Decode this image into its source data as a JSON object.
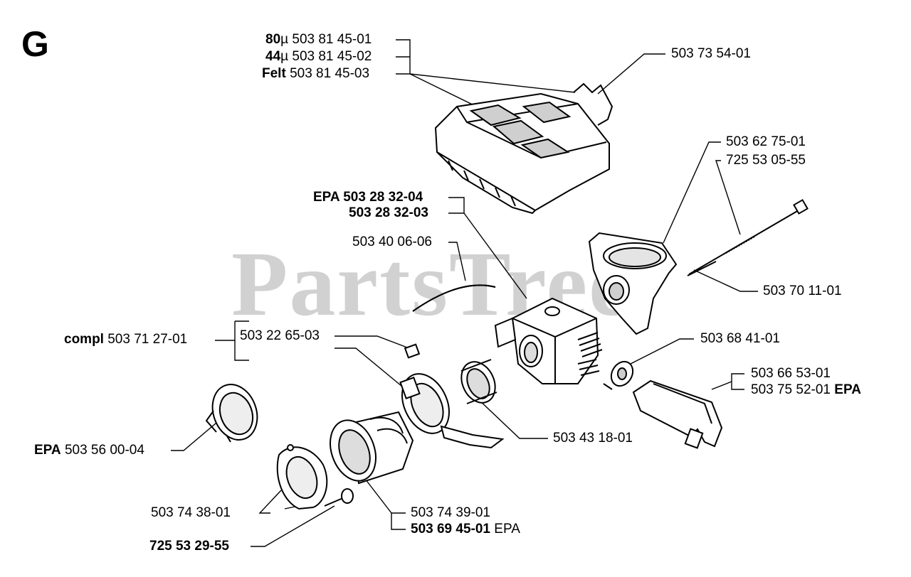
{
  "section": "G",
  "watermark": "PartsTree",
  "labels": {
    "filter_80_grade": "80",
    "filter_80_unit": "µ",
    "filter_80_num": "503 81 45-01",
    "filter_44_grade": "44",
    "filter_44_unit": "µ",
    "filter_44_num": "503 81 45-02",
    "filter_felt_grade": "Felt",
    "filter_felt_num": "503 81 45-03",
    "clip_top": "503 73 54-01",
    "bolt_a": "503 62 75-01",
    "bolt_b": "725 53 05-55",
    "carb_epa": "EPA 503 28 32-04",
    "carb": "503 28 32-03",
    "fuel_hose": "503 40 06-06",
    "pin": "503 70 11-01",
    "compl_prefix": "compl",
    "compl_num": "503 71 27-01",
    "bracket": "503 22 65-03",
    "knob": "503 68 41-01",
    "holder_a": "503 66 53-01",
    "holder_b_num": "503 75 52-01",
    "holder_b_suffix": "EPA",
    "clamp_epa_prefix": "EPA",
    "clamp_epa_num": "503 56 00-04",
    "ring": "503 43 18-01",
    "gasket": "503 74 38-01",
    "intake": "503 74 39-01",
    "intake_epa_num": "503 69 45-01",
    "intake_epa_suffix": "EPA",
    "screw": "725 53 29-55"
  }
}
